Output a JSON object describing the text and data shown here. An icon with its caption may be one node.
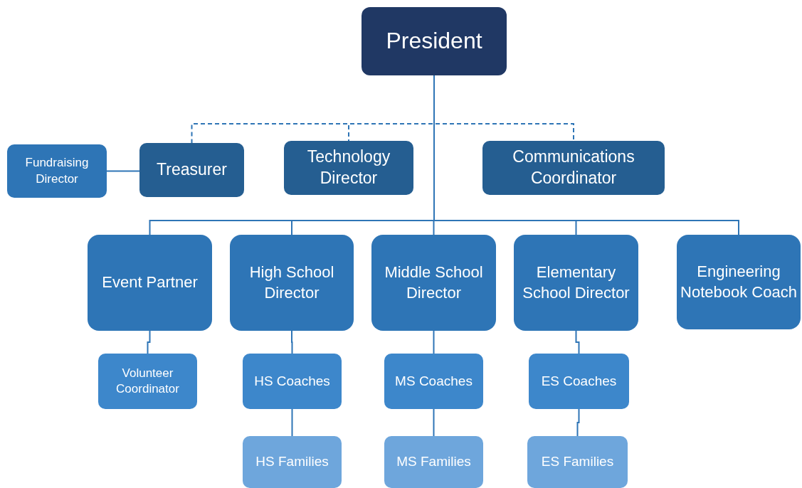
{
  "diagram": {
    "nodes": [
      {
        "text": [
          "President"
        ]
      },
      {
        "text": [
          "Fundraising Director"
        ]
      },
      {
        "text": [
          "Treasurer"
        ]
      },
      {
        "text": [
          "Technology Director"
        ]
      },
      {
        "text": [
          "Communications Coordinator"
        ]
      },
      {
        "text": [
          "Event Partner"
        ]
      },
      {
        "text": [
          "High School Director"
        ]
      },
      {
        "text": [
          "Middle School Director"
        ]
      },
      {
        "text": [
          "Elementary School Director"
        ]
      },
      {
        "text": [
          "Engineering Notebook Coach"
        ]
      },
      {
        "text": [
          "Volunteer Coordinator"
        ]
      },
      {
        "text": [
          "HS Coaches"
        ]
      },
      {
        "text": [
          "MS Coaches"
        ]
      },
      {
        "text": [
          "ES Coaches"
        ]
      },
      {
        "text": [
          "HS Families"
        ]
      },
      {
        "text": [
          "MS Families"
        ]
      },
      {
        "text": [
          "ES Families"
        ]
      }
    ],
    "edges": [
      {
        "from": 0,
        "to": 2,
        "arrow": "none",
        "style": "dashed"
      },
      {
        "from": 0,
        "to": 3,
        "arrow": "none",
        "style": "dashed"
      },
      {
        "from": 0,
        "to": 4,
        "arrow": "none",
        "style": "dashed"
      },
      {
        "from": 1,
        "to": 2,
        "arrow": "none"
      },
      {
        "from": 0,
        "to": 5,
        "arrow": "none"
      },
      {
        "from": 0,
        "to": 6,
        "arrow": "none"
      },
      {
        "from": 0,
        "to": 7,
        "arrow": "none"
      },
      {
        "from": 0,
        "to": 8,
        "arrow": "none"
      },
      {
        "from": 0,
        "to": 9,
        "arrow": "none"
      },
      {
        "from": 5,
        "to": 10,
        "arrow": "none"
      },
      {
        "from": 6,
        "to": 11,
        "arrow": "none"
      },
      {
        "from": 11,
        "to": 14,
        "arrow": "none"
      },
      {
        "from": 7,
        "to": 12,
        "arrow": "none"
      },
      {
        "from": 12,
        "to": 15,
        "arrow": "none"
      },
      {
        "from": 8,
        "to": 13,
        "arrow": "none"
      },
      {
        "from": 13,
        "to": 16,
        "arrow": "none"
      }
    ]
  }
}
